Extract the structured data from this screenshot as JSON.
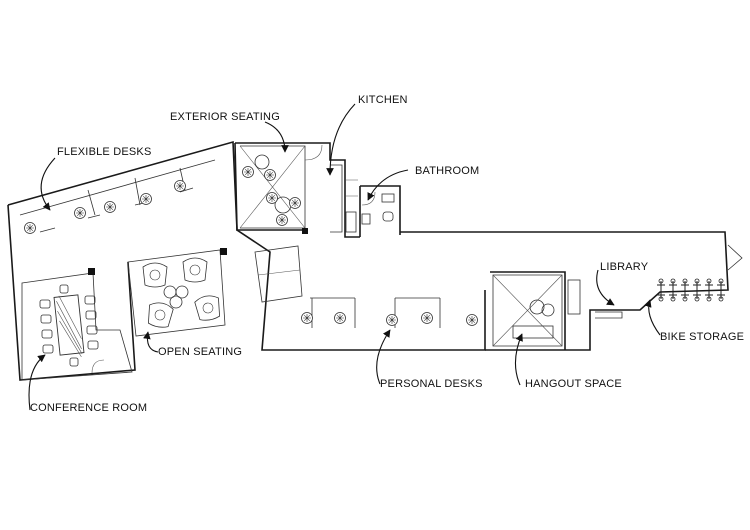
{
  "plan": {
    "labels": {
      "exterior_seating": "EXTERIOR SEATING",
      "kitchen": "KITCHEN",
      "flexible_desks": "FLEXIBLE DESKS",
      "bathroom": "BATHROOM",
      "library": "LIBRARY",
      "bike_storage": "BIKE STORAGE",
      "open_seating": "OPEN SEATING",
      "personal_desks": "PERSONAL DESKS",
      "hangout_space": "HANGOUT SPACE",
      "conference_room": "CONFERENCE ROOM"
    }
  }
}
